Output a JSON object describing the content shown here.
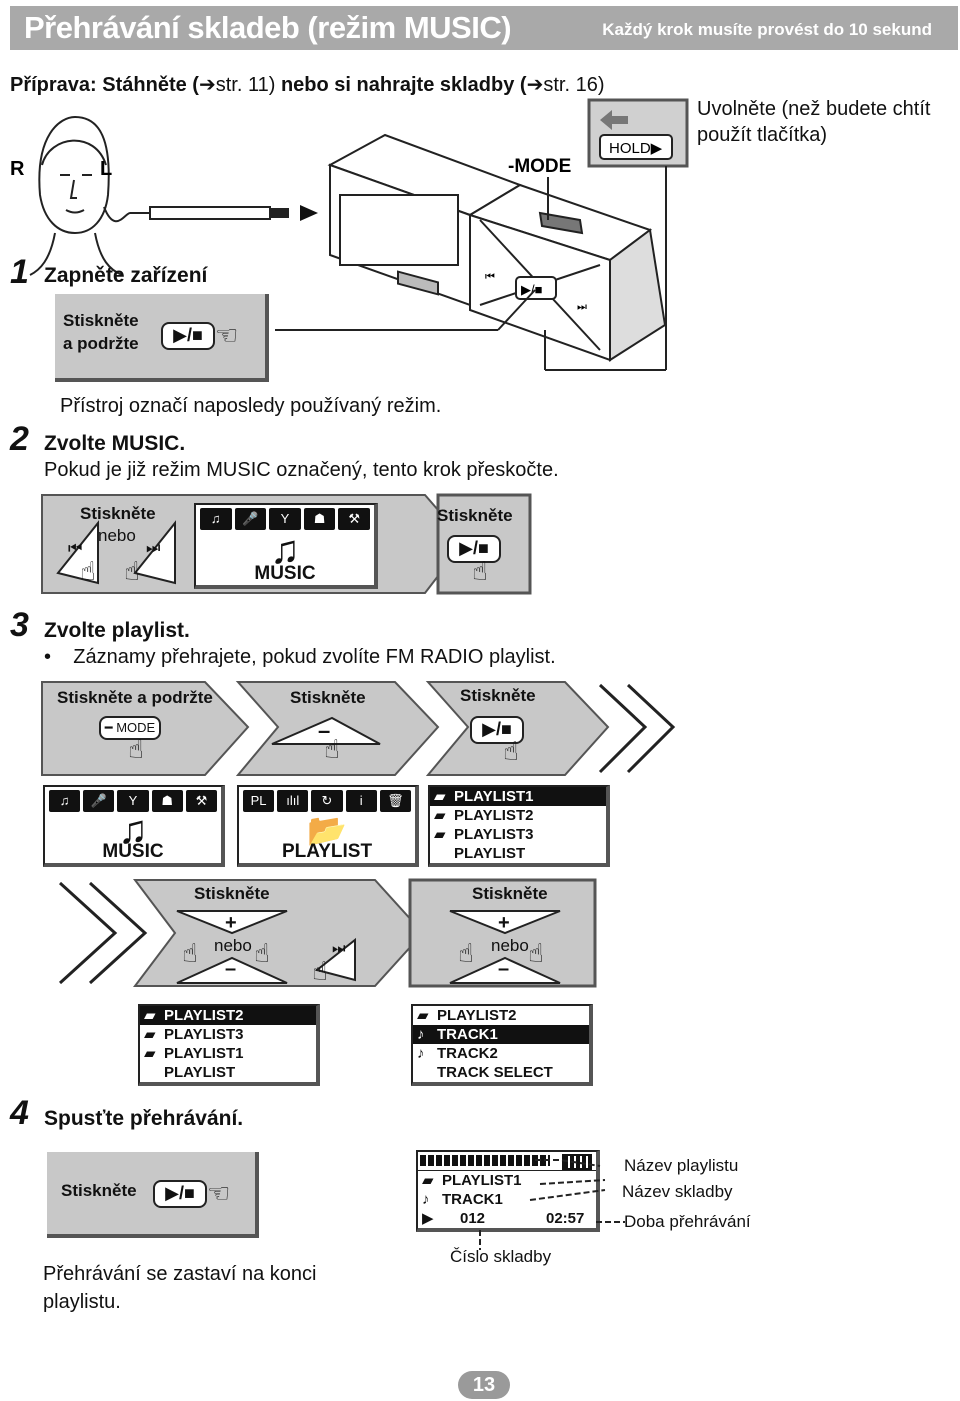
{
  "header": {
    "title": "Přehrávání skladeb (režim MUSIC)",
    "subtitle": "Každý krok musíte provést do 10 sekund"
  },
  "prep": {
    "label": "Příprava:",
    "text1": "Stáhněte (",
    "ref1": "str. 11)",
    "text2": "nebo si nahrajte skladby (",
    "ref2": "str. 16)"
  },
  "device": {
    "ear_r": "R",
    "ear_l": "L",
    "mode_label": "-MODE",
    "hold_label": "HOLD▶",
    "hold_note": "Uvolněte (než budete chtít použít tlačítka)"
  },
  "step1": {
    "num": "1",
    "title": "Zapněte zařízení",
    "panel_label_1": "Stiskněte",
    "panel_label_2": "a podržte",
    "btn": "▶/■",
    "note": "Přístroj označí naposledy používaný režim."
  },
  "step2": {
    "num": "2",
    "title": "Zvolte MUSIC.",
    "note": "Pokud je již režim MUSIC označený, tento krok přeskočte.",
    "press_label": "Stiskněte",
    "or_label": "nebo",
    "prev_icon": "⏮",
    "next_icon": "⏭",
    "lcd_icons": [
      "♫",
      "🎤",
      "Y",
      "☗",
      "⚒"
    ],
    "lcd_text": "MUSIC",
    "press2_label": "Stiskněte",
    "btn": "▶/■"
  },
  "step3": {
    "num": "3",
    "title": "Zvolte playlist.",
    "bullet": "Záznamy přehrajete, pokud zvolíte FM RADIO playlist.",
    "a_label": "Stiskněte a podržte",
    "a_btn": "MODE",
    "b_label": "Stiskněte",
    "b_btn": "–",
    "c_label": "Stiskněte",
    "c_btn": "▶/■",
    "lcd1_icons": [
      "♫",
      "🎤",
      "Y",
      "☗",
      "⚒"
    ],
    "lcd1_text": "MUSIC",
    "lcd2_icons": [
      "PL",
      "ılıl",
      "↻",
      "i",
      "🗑"
    ],
    "lcd2_text": "PLAYLIST",
    "list1": [
      "PLAYLIST1",
      "PLAYLIST2",
      "PLAYLIST3",
      "PLAYLIST"
    ],
    "d_label": "Stiskněte",
    "d_plus": "+",
    "d_or": "nebo",
    "d_minus": "–",
    "e_label": "Stiskněte",
    "e_plus": "+",
    "e_or": "nebo",
    "e_minus": "–",
    "list2": [
      "PLAYLIST2",
      "PLAYLIST3",
      "PLAYLIST1",
      "PLAYLIST"
    ],
    "list3": [
      "PLAYLIST2",
      "TRACK1",
      "TRACK2",
      "TRACK SELECT"
    ]
  },
  "step4": {
    "num": "4",
    "title": "Spusťte přehrávání.",
    "press_label": "Stiskněte",
    "btn": "▶/■",
    "note": "Přehrávání se zastaví na konci playlistu.",
    "lcd_playlist": "PLAYLIST1",
    "lcd_track": "TRACK1",
    "lcd_num": "012",
    "lcd_time": "02:57",
    "callout_playlist": "Název playlistu",
    "callout_track": "Název skladby",
    "callout_time": "Doba přehrávání",
    "callout_num": "Číslo skladby"
  },
  "page_number": "13"
}
